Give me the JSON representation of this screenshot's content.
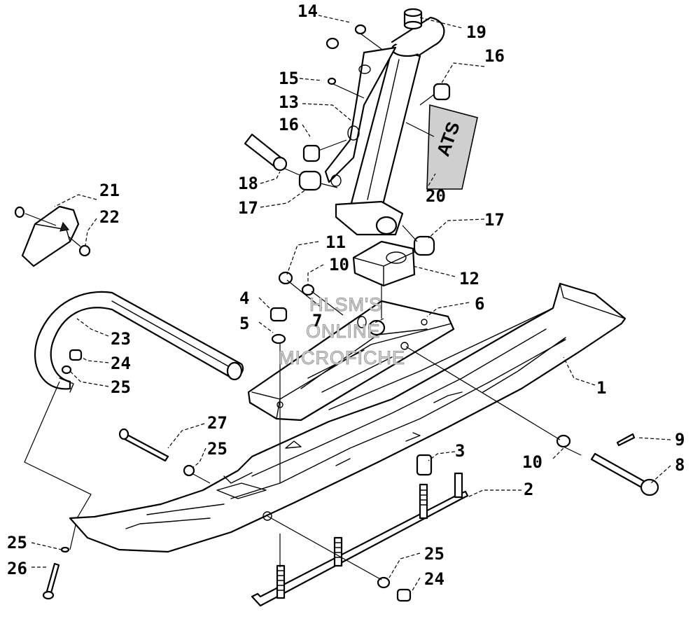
{
  "watermark": {
    "line1": "HLSM'S",
    "line2": "ONLINE",
    "line3": "MICROFICHE"
  },
  "decal": {
    "text": "ATS"
  },
  "callouts": [
    "1",
    "2",
    "3",
    "4",
    "5",
    "6",
    "7",
    "8",
    "9",
    "10",
    "10",
    "11",
    "12",
    "13",
    "14",
    "15",
    "16",
    "16",
    "17",
    "17",
    "18",
    "19",
    "20",
    "21",
    "22",
    "23",
    "24",
    "24",
    "25",
    "25",
    "25",
    "25",
    "26",
    "27"
  ]
}
